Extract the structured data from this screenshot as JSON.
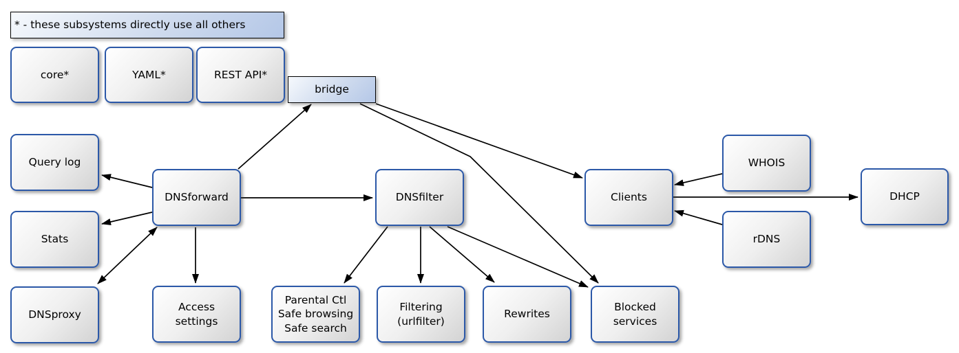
{
  "diagram": {
    "legend": "* - these subsystems directly use all others",
    "nodes": {
      "core": {
        "label": "core*"
      },
      "yaml": {
        "label": "YAML*"
      },
      "restapi": {
        "label": "REST API*"
      },
      "bridge": {
        "label": "bridge"
      },
      "querylog": {
        "label": "Query log"
      },
      "stats": {
        "label": "Stats"
      },
      "dnsproxy": {
        "label": "DNSproxy"
      },
      "dnsforward": {
        "label": "DNSforward"
      },
      "access": {
        "label": "Access\nsettings"
      },
      "dnsfilter": {
        "label": "DNSfilter"
      },
      "parental": {
        "label": "Parental Ctl\nSafe browsing\nSafe search"
      },
      "filtering": {
        "label": "Filtering\n(urlfilter)"
      },
      "rewrites": {
        "label": "Rewrites"
      },
      "blocked": {
        "label": "Blocked\nservices"
      },
      "clients": {
        "label": "Clients"
      },
      "whois": {
        "label": "WHOIS"
      },
      "rdns": {
        "label": "rDNS"
      },
      "dhcp": {
        "label": "DHCP"
      }
    },
    "edges": [
      {
        "from": "DNSforward",
        "to": "bridge",
        "direction": "forward"
      },
      {
        "from": "bridge",
        "to": "Clients",
        "direction": "forward"
      },
      {
        "from": "bridge",
        "to": "Blocked services",
        "direction": "forward"
      },
      {
        "from": "DNSforward",
        "to": "Query log",
        "direction": "forward"
      },
      {
        "from": "DNSforward",
        "to": "Stats",
        "direction": "forward"
      },
      {
        "from": "DNSforward",
        "to": "DNSproxy",
        "direction": "both"
      },
      {
        "from": "DNSforward",
        "to": "Access settings",
        "direction": "forward"
      },
      {
        "from": "DNSforward",
        "to": "DNSfilter",
        "direction": "forward"
      },
      {
        "from": "DNSfilter",
        "to": "Parental Ctl Safe browsing Safe search",
        "direction": "forward"
      },
      {
        "from": "DNSfilter",
        "to": "Filtering (urlfilter)",
        "direction": "forward"
      },
      {
        "from": "DNSfilter",
        "to": "Rewrites",
        "direction": "forward"
      },
      {
        "from": "DNSfilter",
        "to": "Blocked services",
        "direction": "forward"
      },
      {
        "from": "WHOIS",
        "to": "Clients",
        "direction": "forward"
      },
      {
        "from": "rDNS",
        "to": "Clients",
        "direction": "forward"
      },
      {
        "from": "Clients",
        "to": "DHCP",
        "direction": "forward"
      }
    ],
    "colors": {
      "node_border": "#2b58a8",
      "node_fill_top": "#ffffff",
      "node_fill_bottom": "#d3d3d3",
      "banner_fill": "#b4c7e7",
      "banner_border": "#000000",
      "edge": "#000000",
      "text": "#000000",
      "background": "#ffffff"
    }
  }
}
